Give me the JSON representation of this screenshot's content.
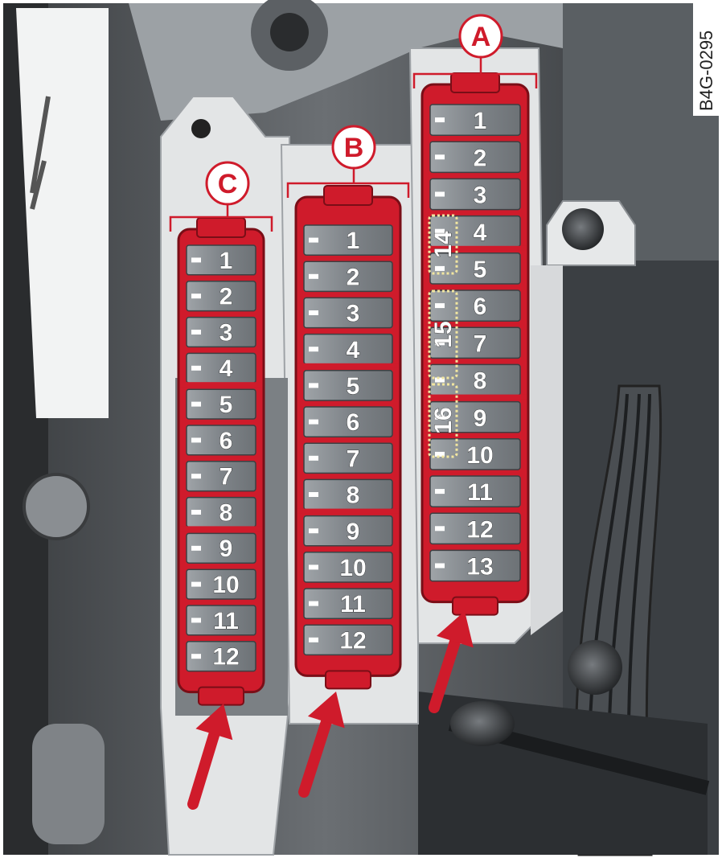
{
  "figure_code": "B4G-0295",
  "panels": [
    {
      "id": "C",
      "label": "C",
      "fuses": [
        "1",
        "2",
        "3",
        "4",
        "5",
        "6",
        "7",
        "8",
        "9",
        "10",
        "11",
        "12"
      ]
    },
    {
      "id": "B",
      "label": "B",
      "fuses": [
        "1",
        "2",
        "3",
        "4",
        "5",
        "6",
        "7",
        "8",
        "9",
        "10",
        "11",
        "12"
      ]
    },
    {
      "id": "A",
      "label": "A",
      "fuses": [
        "1",
        "2",
        "3",
        "4",
        "5",
        "6",
        "7",
        "8",
        "9",
        "10",
        "11",
        "12",
        "13"
      ]
    }
  ],
  "wide_fuses": [
    "14",
    "15",
    "16"
  ],
  "colors": {
    "highlight": "#cf1b2b",
    "fuse_body": "#8e9398",
    "background_dark": "#4e5256",
    "background_light": "#bfc3c6",
    "bracket": "#e3e5e6"
  },
  "icons": [
    "arrow-icon",
    "arrow-icon",
    "arrow-icon"
  ]
}
